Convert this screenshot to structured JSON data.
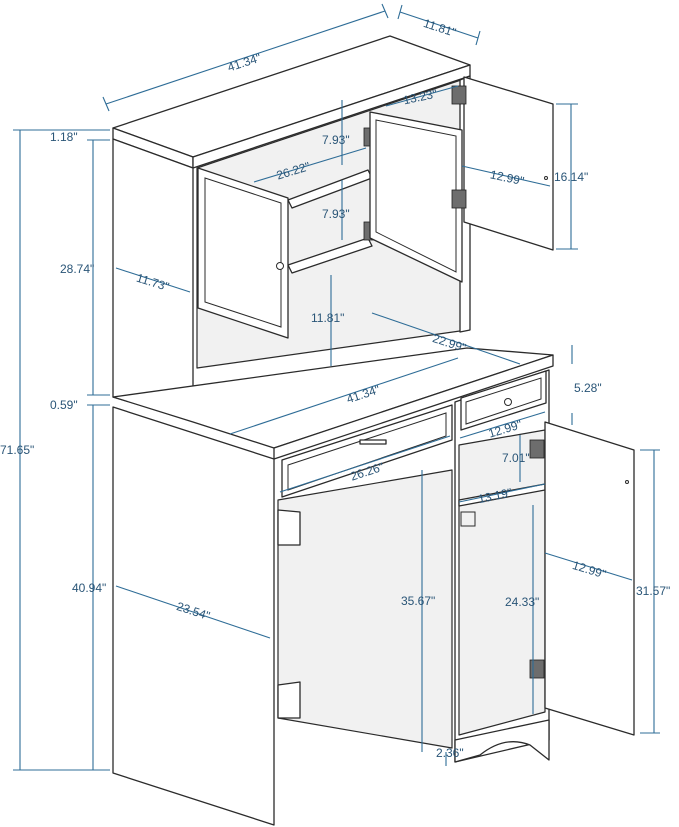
{
  "accent_color": "#2f6d97",
  "labels": {
    "top_width": "41.34\"",
    "top_depth": "11.81\"",
    "hutch_top_board": "1.18\"",
    "hutch_height": "28.74\"",
    "hutch_depth": "11.73\"",
    "gap_board": "0.59\"",
    "total_height": "71.65\"",
    "base_height": "40.94\"",
    "base_depth": "23.54\"",
    "shelf_spacing_top": "7.93\"",
    "shelf_spacing_bottom": "7.93\"",
    "inner_width": "26.22\"",
    "door_offset": "13.23\"",
    "door_width": "12.99\"",
    "door_height": "16.14\"",
    "open_height": "11.81\"",
    "counter_depth": "22.99\"",
    "counter_width": "41.34\"",
    "drawer_height": "5.28\"",
    "small_drawer_width": "12.99\"",
    "long_drawer_width": "26.26\"",
    "cabinet_shelf_height": "7.01\"",
    "cabinet_inner_width": "13.19\"",
    "base_door_width": "12.99\"",
    "base_door_height": "31.57\"",
    "desk_height": "35.67\"",
    "cabinet_inner_height": "24.33\"",
    "foot_height": "2.36\""
  }
}
